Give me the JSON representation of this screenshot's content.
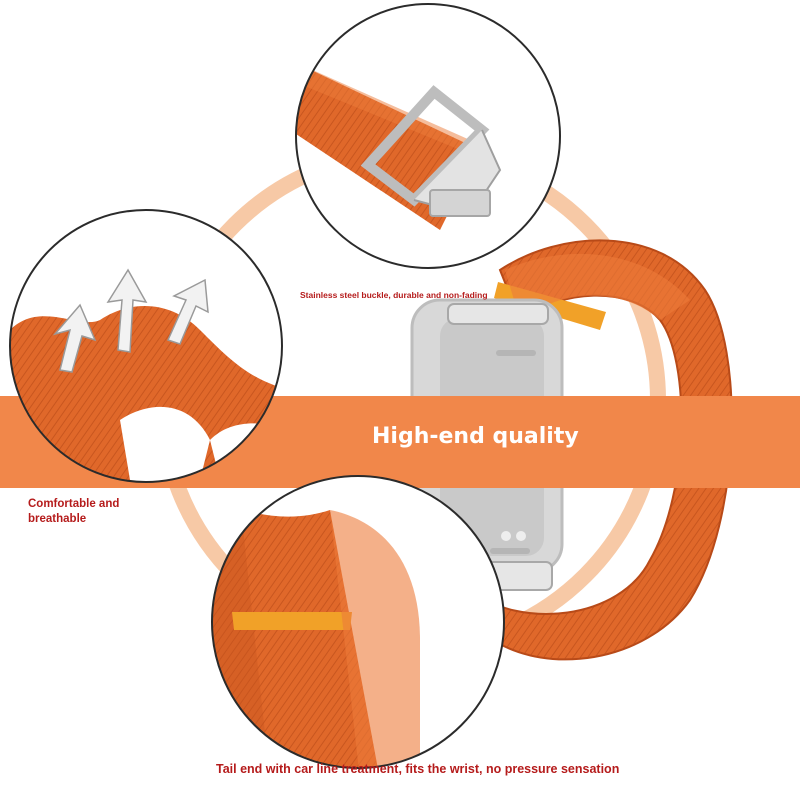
{
  "labels": {
    "buckle": "Stainless steel buckle, durable and non-fading",
    "comfort_line1": "Comfortable and",
    "comfort_line2": "breathable",
    "banner": "High-end quality",
    "tail": "Tail end with car line treatment, fits the wrist, no pressure sensation"
  },
  "colors": {
    "band_orange": "#e0682a",
    "band_dark": "#b84a18",
    "ring_orange": "#f7c9a6",
    "banner_orange": "#f1874a",
    "label_red": "#b51b1b",
    "tail_yellow": "#f1a128",
    "watch_silver": "#d8d8d8"
  }
}
